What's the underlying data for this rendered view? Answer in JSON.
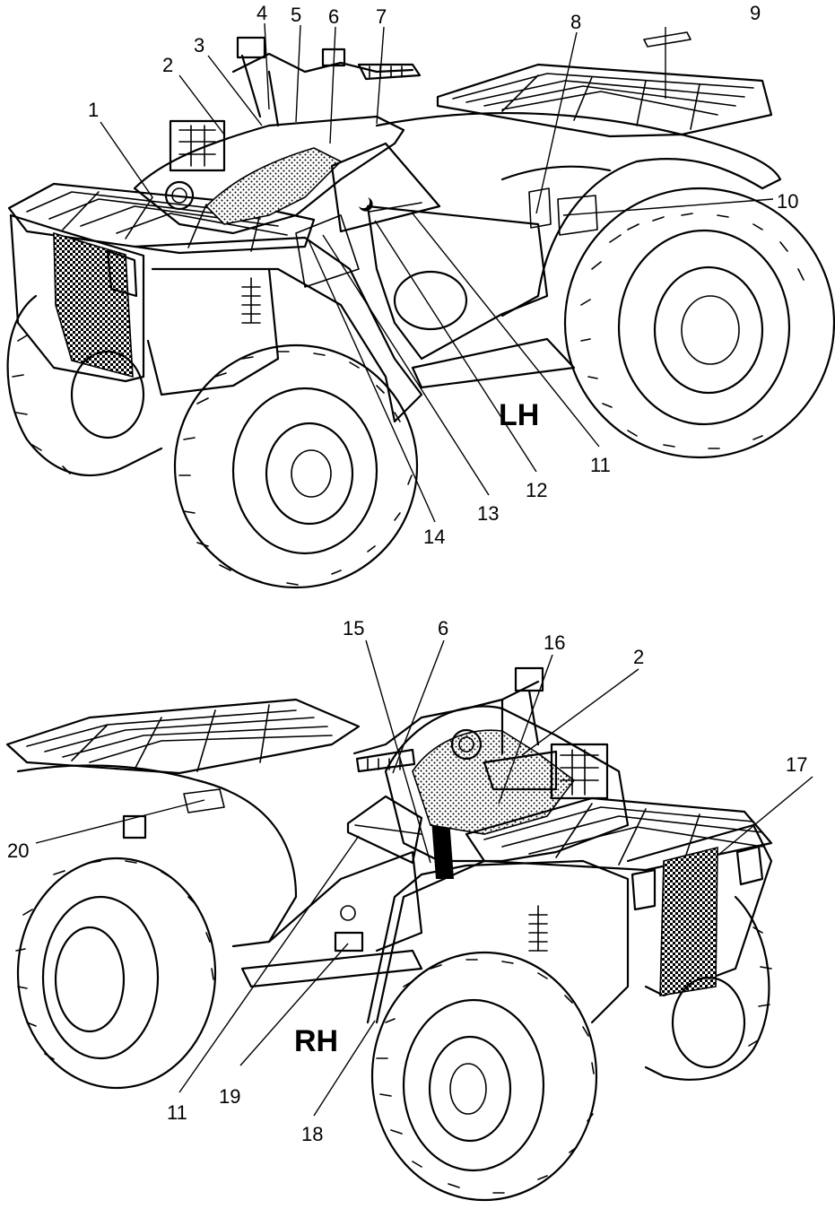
{
  "views": [
    {
      "id": "lh",
      "label": "LH",
      "callouts": [
        "1",
        "2",
        "3",
        "4",
        "5",
        "6",
        "7",
        "8",
        "9",
        "10",
        "11",
        "12",
        "13",
        "14"
      ]
    },
    {
      "id": "rh",
      "label": "RH",
      "callouts": [
        "15",
        "6",
        "16",
        "2",
        "17",
        "20",
        "11",
        "19",
        "18"
      ]
    }
  ],
  "icons": [
    "atv-left-side-illustration",
    "atv-right-side-illustration"
  ]
}
